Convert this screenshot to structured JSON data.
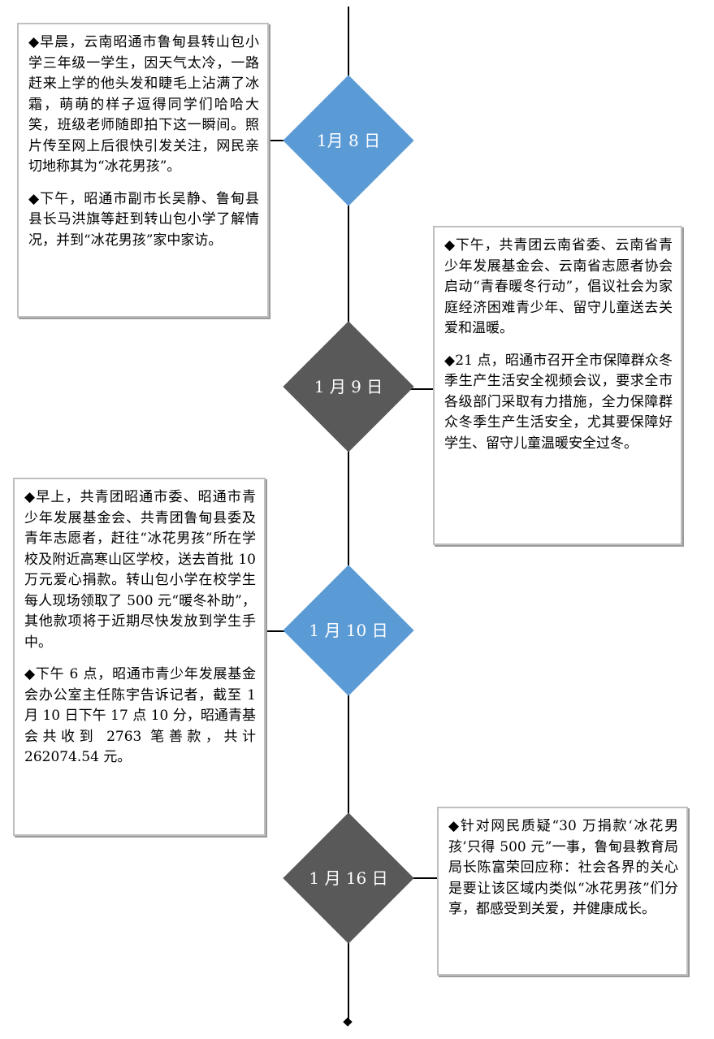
{
  "colors": {
    "blue_node": "#5b9bd5",
    "dark_node": "#595959",
    "line": "#000000",
    "box_border": "#bfbfbf"
  },
  "events": [
    {
      "date": "1月 8 日",
      "items": [
        "◆早晨，云南昭通市鲁甸县转山包小学三年级一学生，因天气太冷，一路赶来上学的他头发和睫毛上沾满了冰霜，萌萌的样子逗得同学们哈哈大笑，班级老师随即拍下这一瞬间。照片传至网上后很快引发关注，网民亲切地称其为“冰花男孩”。",
        "◆下午，昭通市副市长吴静、鲁甸县县长马洪旗等赶到转山包小学了解情况，并到“冰花男孩”家中家访。"
      ]
    },
    {
      "date": "1 月 9 日",
      "items": [
        "◆下午，共青团云南省委、云南省青少年发展基金会、云南省志愿者协会启动“青春暖冬行动”，倡议社会为家庭经济困难青少年、留守儿童送去关爱和温暖。",
        "◆21 点，昭通市召开全市保障群众冬季生产生活安全视频会议，要求全市各级部门采取有力措施，全力保障群众冬季生产生活安全，尤其要保障好学生、留守儿童温暖安全过冬。"
      ]
    },
    {
      "date": "1 月 10 日",
      "items": [
        "◆早上，共青团昭通市委、昭通市青少年发展基金会、共青团鲁甸县委及青年志愿者，赶往“冰花男孩”所在学校及附近高寒山区学校，送去首批 10 万元爱心捐款。转山包小学在校学生每人现场领取了 500 元“暖冬补助”，其他款项将于近期尽快发放到学生手中。",
        "◆下午 6 点，昭通市青少年发展基金会办公室主任陈宇告诉记者，截至 1 月 10 日下午 17 点 10 分，昭通青基会共收到 2763 笔善款，共计 262074.54 元。"
      ]
    },
    {
      "date": "1 月 16 日",
      "items": [
        "◆针对网民质疑“30 万捐款‘冰花男孩’只得 500 元”一事，鲁甸县教育局局长陈富荣回应称：社会各界的关心是要让该区域内类似“冰花男孩”们分享，都感受到关爱，并健康成长。"
      ]
    }
  ]
}
